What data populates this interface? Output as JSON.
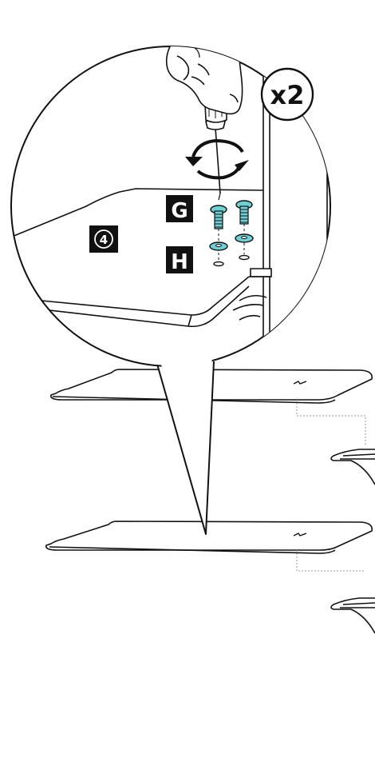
{
  "callout": {
    "quantity_label": "x2",
    "step_number": "4"
  },
  "parts": {
    "screw_label": "G",
    "washer_label": "H"
  },
  "colors": {
    "line": "#111111",
    "accent": "#6fd0d6",
    "badge_bg": "#111111",
    "badge_fg": "#ffffff",
    "connector": "#9a9a9a"
  },
  "icons": {
    "hand": "hand-icon",
    "screwdriver": "screwdriver-icon",
    "rotate": "rotate-arrow-icon"
  }
}
